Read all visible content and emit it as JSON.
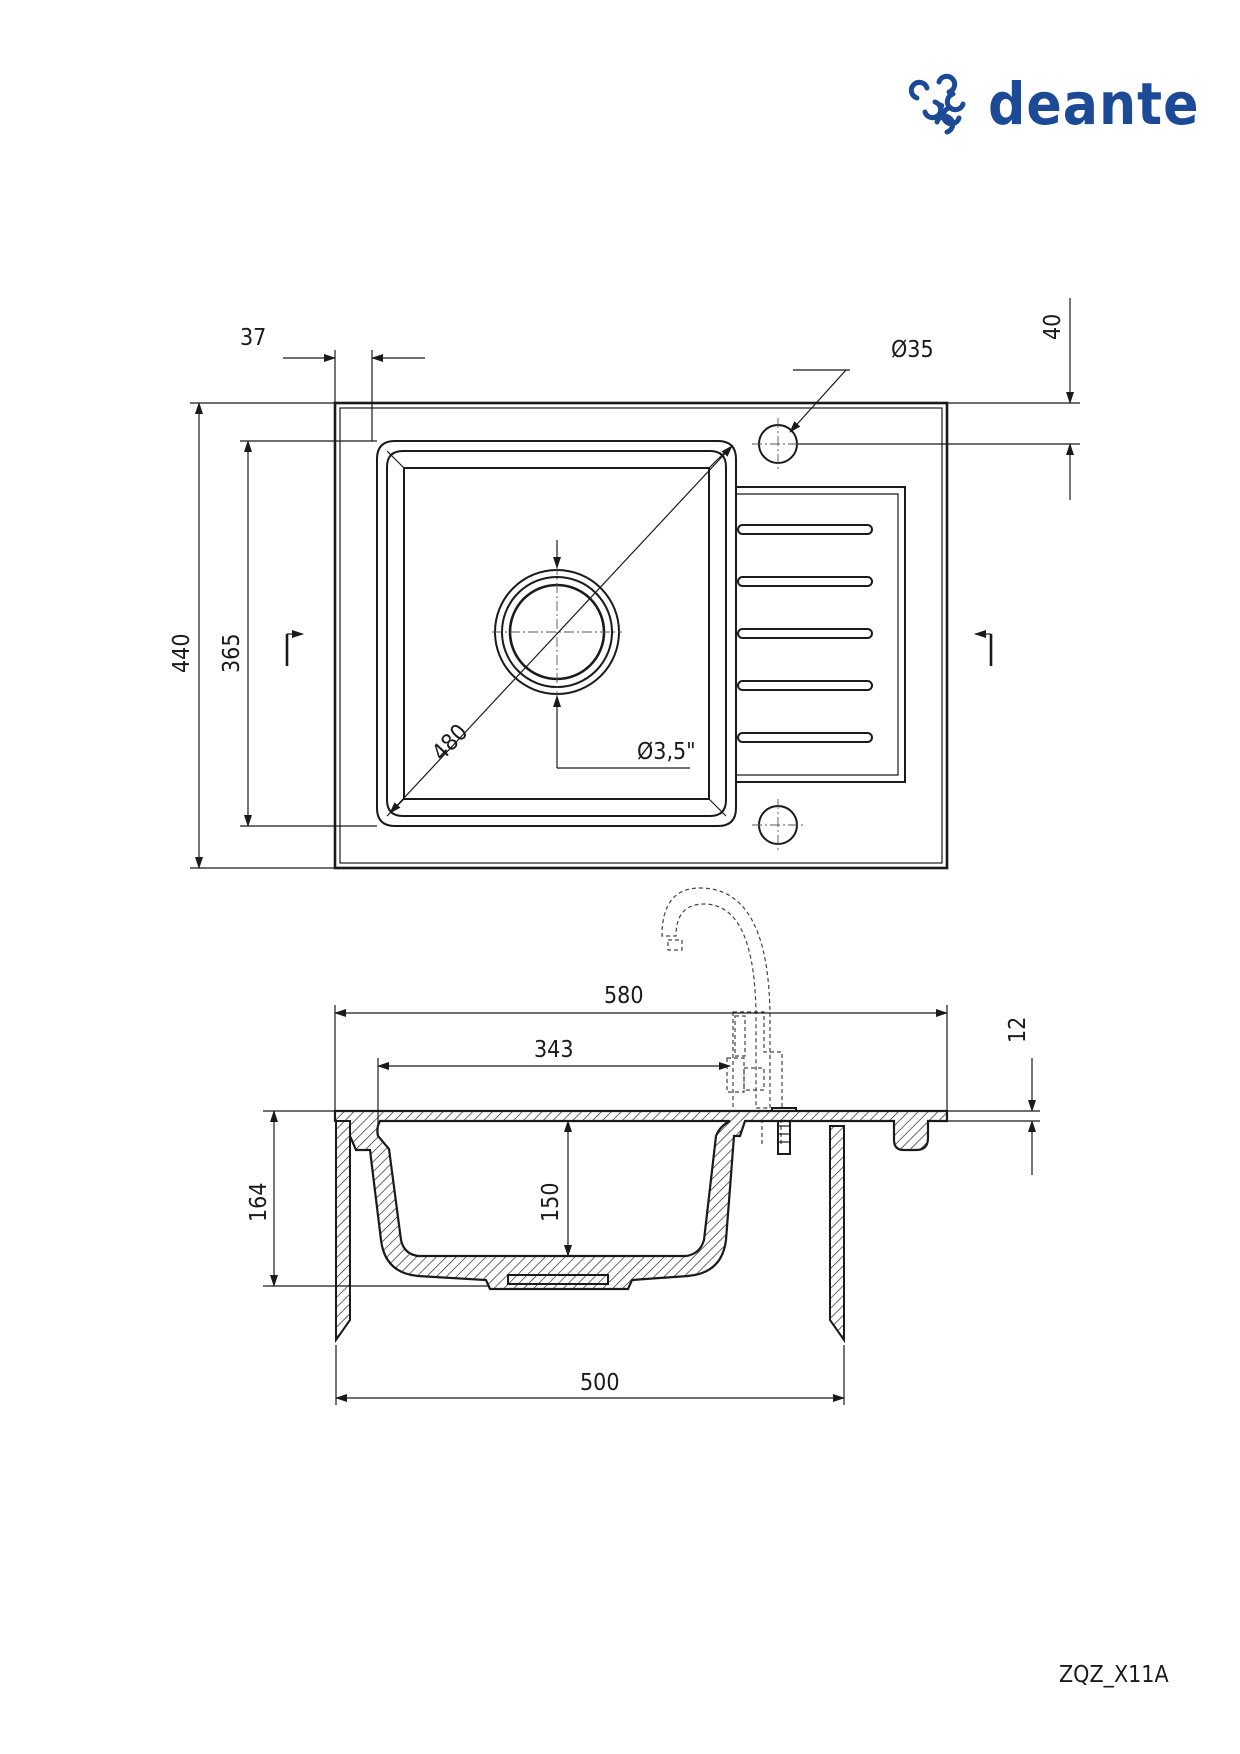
{
  "brand": {
    "name": "deante",
    "color": "#1c4a97",
    "logo_icon": "deante-swirl-logo-icon"
  },
  "drawing_code": "ZQZ_X11A",
  "top_view_dimensions": {
    "overall_depth": "440",
    "bowl_depth": "365",
    "rim_offset": "37",
    "tap_hole_offset": "40",
    "tap_hole_diameter": "Ø35",
    "bowl_diagonal": "480",
    "drain_diameter": "Ø3,5\""
  },
  "section_view_dimensions": {
    "overall_width": "580",
    "bowl_width": "343",
    "rim_thickness": "12",
    "overall_height": "164",
    "bowl_height": "150",
    "cabinet_width": "500"
  }
}
